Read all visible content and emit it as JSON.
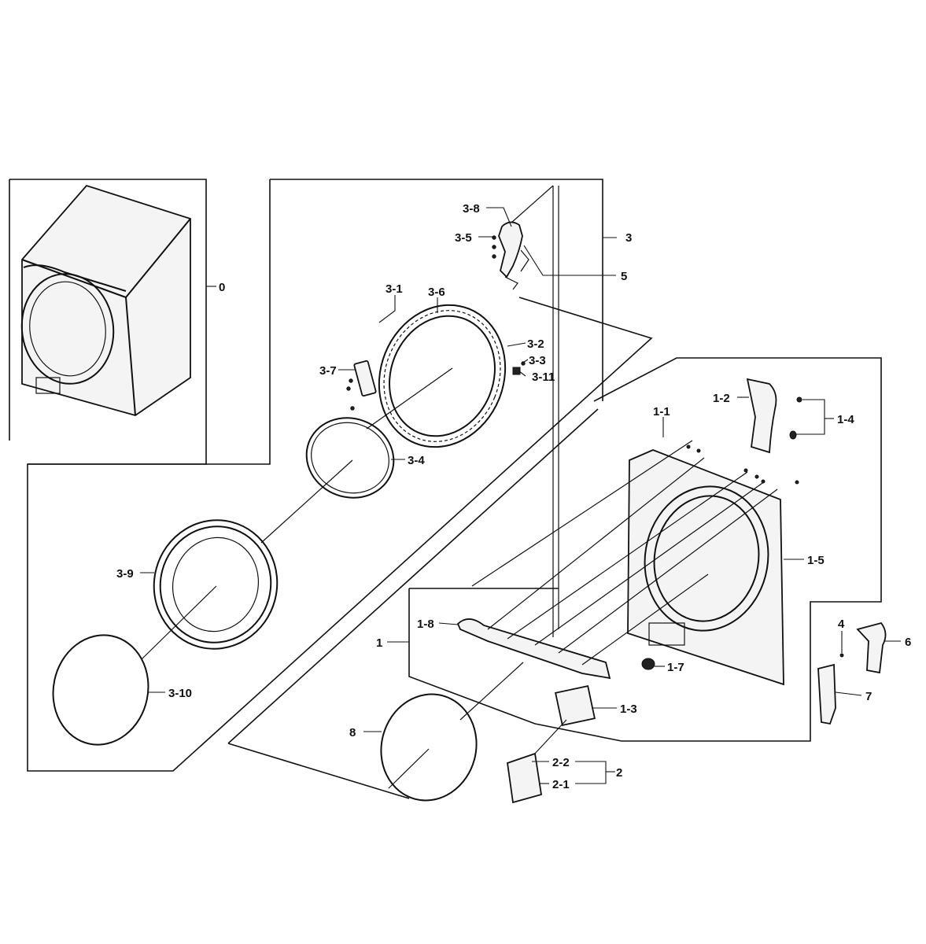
{
  "diagram": {
    "labels": {
      "p0": "0",
      "p3_8": "3-8",
      "p3_5": "3-5",
      "p3": "3",
      "p5": "5",
      "p3_1": "3-1",
      "p3_6": "3-6",
      "p3_2": "3-2",
      "p3_3": "3-3",
      "p3_7": "3-7",
      "p3_11": "3-11",
      "p1_2": "1-2",
      "p1_4": "1-4",
      "p1_1": "1-1",
      "p3_4": "3-4",
      "p1_5": "1-5",
      "p3_9": "3-9",
      "p1_8": "1-8",
      "p1": "1",
      "p4": "4",
      "p6": "6",
      "p1_7": "1-7",
      "p3_10": "3-10",
      "p7": "7",
      "p1_3": "1-3",
      "p8": "8",
      "p2_2": "2-2",
      "p2": "2",
      "p2_1": "2-1"
    }
  }
}
